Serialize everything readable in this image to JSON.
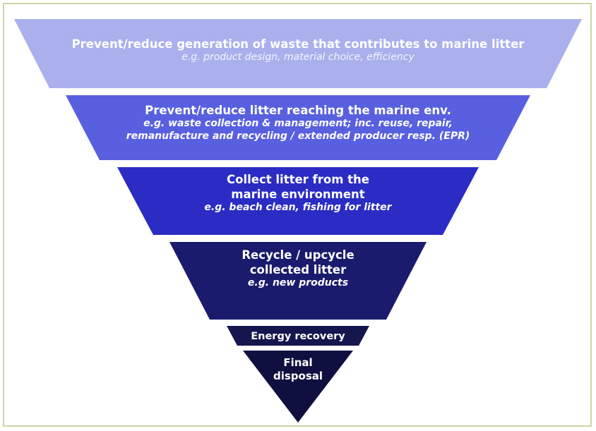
{
  "colors": {
    "tier1": "#aab0ec",
    "tier2": "#5860e0",
    "tier3": "#2a2cc4",
    "tier4": "#1b1b6e",
    "tier5": "#16164f",
    "tier6": "#101040",
    "frame": "#c9d6a6"
  },
  "tiers": [
    {
      "title": "Prevent/reduce generation of waste that contributes to marine litter",
      "subtitle": "e.g. product design, material choice, efficiency"
    },
    {
      "title": "Prevent/reduce litter reaching the marine env.",
      "subtitle_line1": "e.g. waste collection & management; inc. reuse, repair,",
      "subtitle_line2": "remanufacture and recycling / extended producer resp. (EPR)"
    },
    {
      "title_line1": "Collect litter from the",
      "title_line2": "marine environment",
      "subtitle": "e.g. beach clean, fishing for litter"
    },
    {
      "title_line1": "Recycle / upcycle",
      "title_line2": "collected litter",
      "subtitle": "e.g. new products"
    },
    {
      "title": "Energy recovery"
    },
    {
      "title_line1": "Final",
      "title_line2": "disposal"
    }
  ]
}
